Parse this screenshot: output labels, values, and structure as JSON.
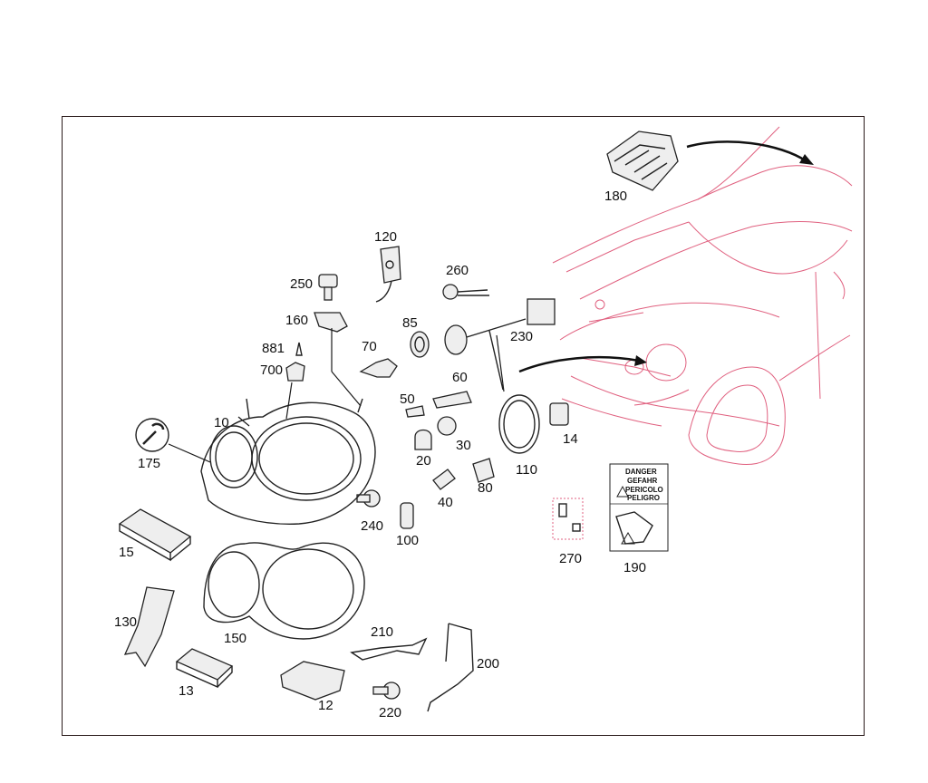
{
  "callouts": {
    "c10": "10",
    "c12": "12",
    "c13": "13",
    "c14": "14",
    "c15": "15",
    "c20": "20",
    "c30": "30",
    "c40": "40",
    "c50": "50",
    "c60": "60",
    "c70": "70",
    "c80": "80",
    "c85": "85",
    "c100": "100",
    "c110": "110",
    "c120": "120",
    "c130": "130",
    "c150": "150",
    "c160": "160",
    "c175": "175",
    "c180": "180",
    "c190": "190",
    "c200": "200",
    "c210": "210",
    "c220": "220",
    "c230": "230",
    "c240": "240",
    "c250": "250",
    "c260": "260",
    "c270": "270",
    "c700": "700",
    "c881": "881"
  },
  "warning_label": {
    "line1": "DANGER",
    "line2": "GEFAHR",
    "line3": "PERICOLO",
    "line4": "PELIGRO"
  },
  "colors": {
    "car_outline": "#e0607f",
    "frame": "#2a1a1a",
    "leader": "#c00000"
  }
}
